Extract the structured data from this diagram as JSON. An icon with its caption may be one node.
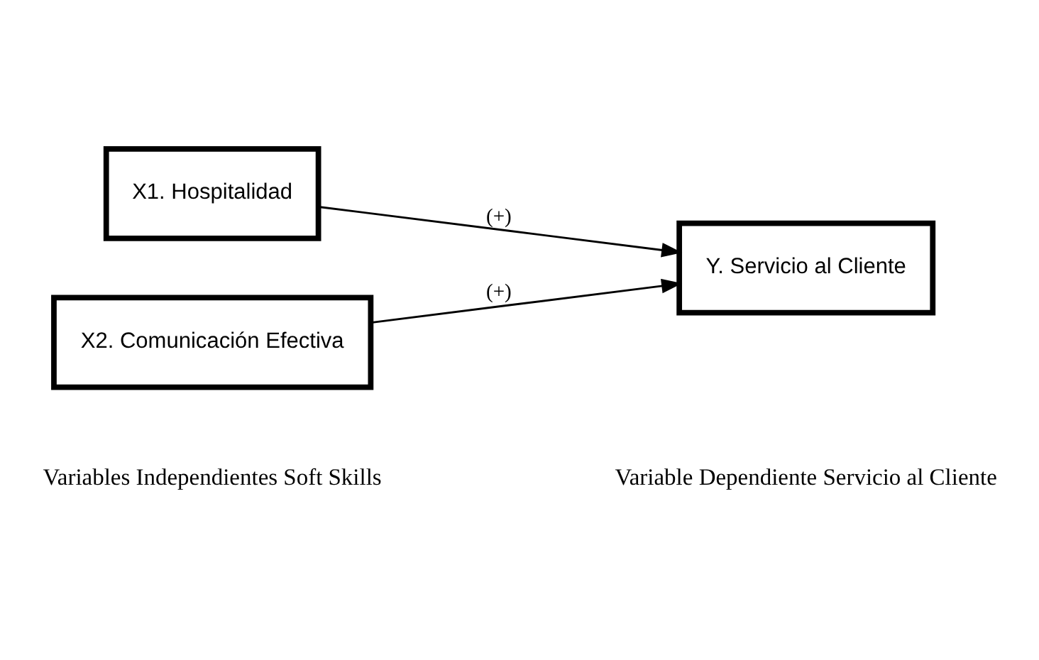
{
  "diagram": {
    "nodes": [
      {
        "text": [
          "X1. Hospitalidad"
        ]
      },
      {
        "text": [
          "X2. Comunicación Efectiva"
        ]
      },
      {
        "text": [
          "Y. Servicio al Cliente"
        ]
      }
    ],
    "edges": [
      {
        "from": 0,
        "to": 2,
        "arrow": "to",
        "label": "(+)"
      },
      {
        "from": 1,
        "to": 2,
        "arrow": "to",
        "label": "(+)"
      }
    ],
    "labels": [
      "Variables Independientes Soft Skills",
      "Variable Dependiente Servicio al Cliente"
    ]
  }
}
